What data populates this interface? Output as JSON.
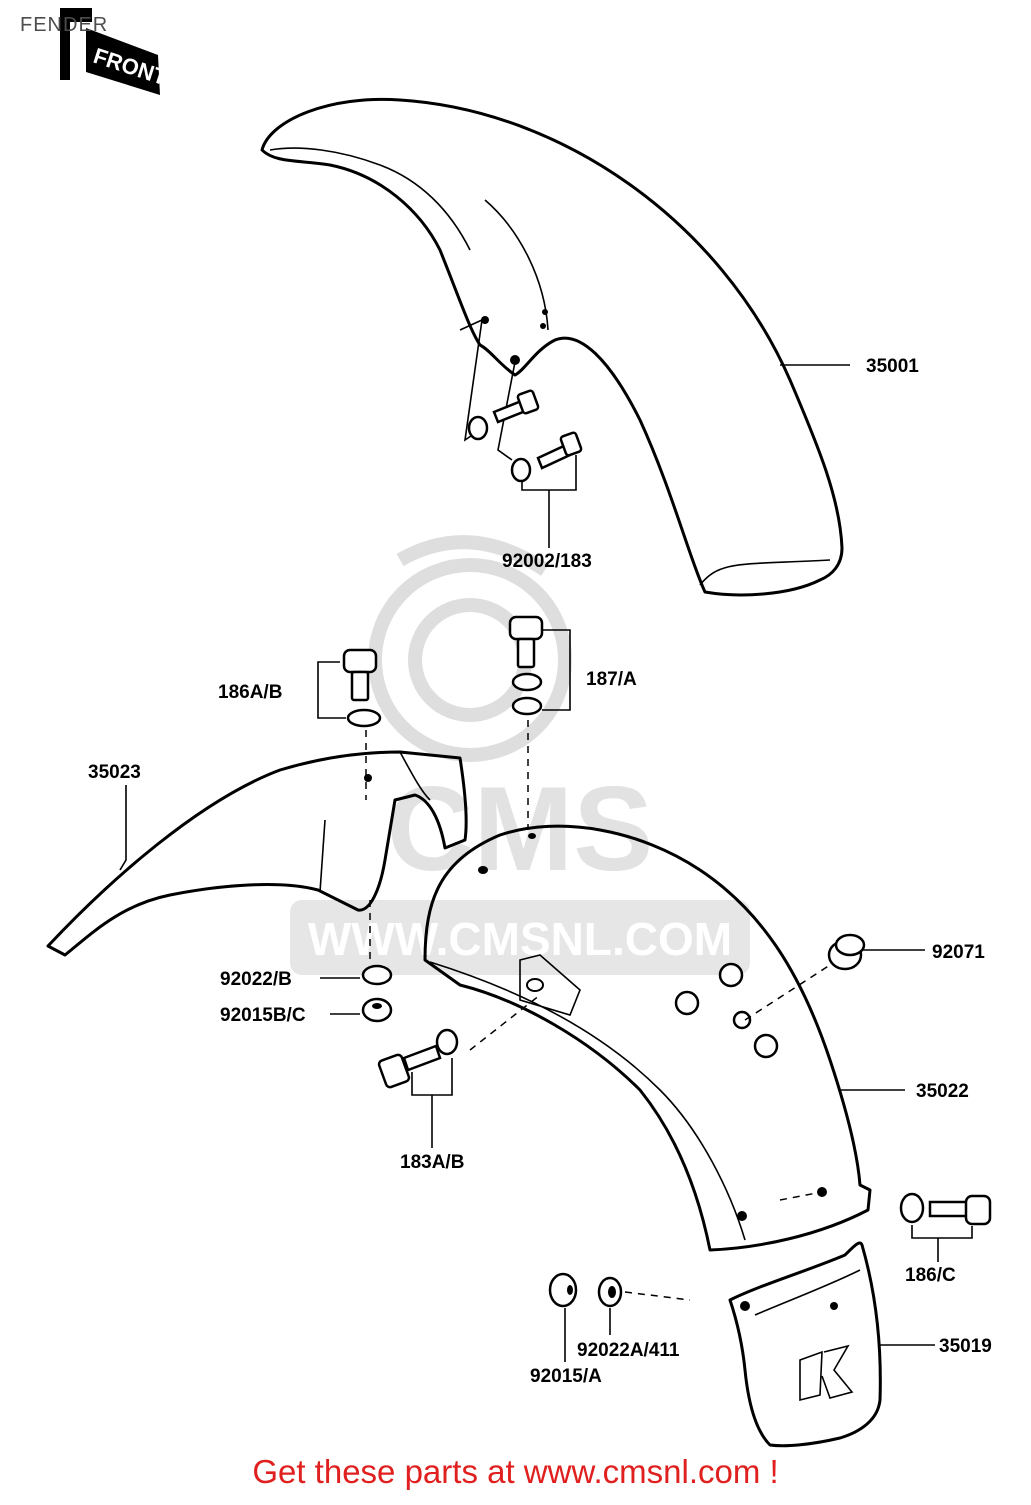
{
  "header": {
    "title": "FENDER"
  },
  "direction_marker": {
    "text": "FRONT"
  },
  "watermark": {
    "brand": "CMS",
    "url": "WWW.CMSNL.COM"
  },
  "parts": [
    {
      "id": "35001",
      "label": "35001"
    },
    {
      "id": "92002-183",
      "label": "92002/183"
    },
    {
      "id": "186A-B",
      "label": "186A/B"
    },
    {
      "id": "187-A",
      "label": "187/A"
    },
    {
      "id": "35023",
      "label": "35023"
    },
    {
      "id": "92071",
      "label": "92071"
    },
    {
      "id": "92022-B",
      "label": "92022/B"
    },
    {
      "id": "92015B-C",
      "label": "92015B/C"
    },
    {
      "id": "35022",
      "label": "35022"
    },
    {
      "id": "183A-B",
      "label": "183A/B"
    },
    {
      "id": "186-C",
      "label": "186/C"
    },
    {
      "id": "92022A-411",
      "label": "92022A/411"
    },
    {
      "id": "92015-A",
      "label": "92015/A"
    },
    {
      "id": "35019",
      "label": "35019"
    }
  ],
  "footer": {
    "text": "Get these parts at www.cmsnl.com !"
  },
  "colors": {
    "footer_text": "#e0201f",
    "title_text": "#4d4d4d",
    "watermark": "#e0e0e0"
  }
}
